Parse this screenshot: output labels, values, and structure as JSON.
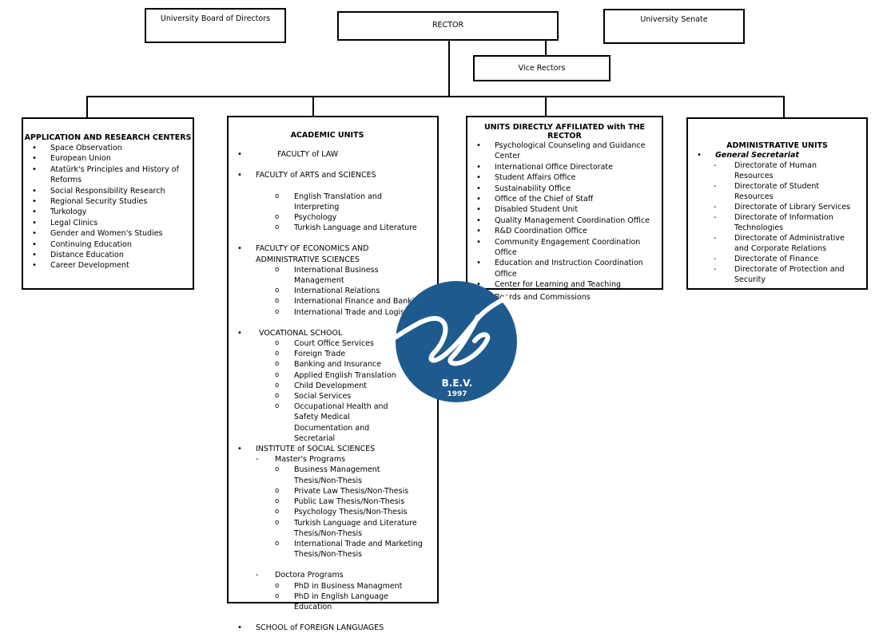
{
  "top": {
    "board": "University Board of Directors",
    "rector": "RECTOR",
    "senate": "University Senate",
    "vice": "Vice Rectors"
  },
  "research": {
    "title": "APPLICATION AND RESEARCH CENTERS",
    "items": [
      "Space Observation",
      "European Union",
      "Atatürk's Principles and History of Reforms",
      "Social Responsibility Research",
      "Regional Security Studies",
      "Turkology",
      "Legal Clinics",
      "Gender and Women's Studies",
      "Continuing Education",
      "Distance Education",
      "Career Development"
    ]
  },
  "academic": {
    "title": "ACADEMIC UNITS",
    "law": "FACULTY of LAW",
    "arts": "FACULTY of ARTS and SCIENCES",
    "arts_items": [
      "English Translation and Interpreting",
      "Psychology",
      "Turkish Language and Literature"
    ],
    "econ": "FACULTY OF ECONOMICS AND ADMINISTRATIVE SCIENCES",
    "econ_items": [
      "International Business Management",
      "International Relations",
      "International Finance and Banking",
      "International Trade and Logistics"
    ],
    "voc": "VOCATIONAL SCHOOL",
    "voc_items": [
      "Court Office Services",
      "Foreign Trade",
      "Banking and Insurance",
      "Applied English Translation",
      "Child Development",
      "Social Services",
      "Occupational Health and Safety Medical Documentation and Secretarial"
    ],
    "inst": "INSTITUTE of SOCIAL SCIENCES",
    "masters": "Master's Programs",
    "masters_items": [
      "Business Management Thesis/Non-Thesis",
      "Private Law Thesis/Non-Thesis",
      "Public Law Thesis/Non-Thesis",
      "Psychology Thesis/Non-Thesis",
      "Turkish Language and Literature Thesis/Non-Thesis",
      "International Trade and Marketing Thesis/Non-Thesis"
    ],
    "doctora": "Doctora Programs",
    "doctora_items": [
      "PhD in Business Managment",
      "PhD in English Language Education"
    ],
    "foreign": "SCHOOL of FOREIGN LANGUAGES"
  },
  "affiliated": {
    "title": "UNITS DIRECTLY AFFILIATED with THE RECTOR",
    "items": [
      "Psychological Counseling and Guidance Center",
      "International Office Directorate",
      "Student Affairs Office",
      "Sustainability Office",
      "Office of the Chief of Staff",
      "Disabled Student Unit",
      "Quality Management Coordination Office",
      "R&D Coordination Office",
      "Community Engagement Coordination Office",
      "Education and Instruction Coordination Office",
      "Center for Learning and Teaching",
      "Boards and Commissions"
    ]
  },
  "admin": {
    "title": "ADMINISTRATIVE UNITS",
    "secretariat": "General Secretariat",
    "items": [
      "Directorate of Human Resources",
      "Directorate of Student Resources",
      "Directorate of Library Services",
      "Directorate of Information Technologies",
      "Directorate of Administrative and Corporate Relations",
      "Directorate of Finance",
      "Directorate of Protection and Security"
    ]
  },
  "logo": {
    "text": "B.E.V.",
    "year": "1997",
    "color": "#1f5a8e"
  }
}
